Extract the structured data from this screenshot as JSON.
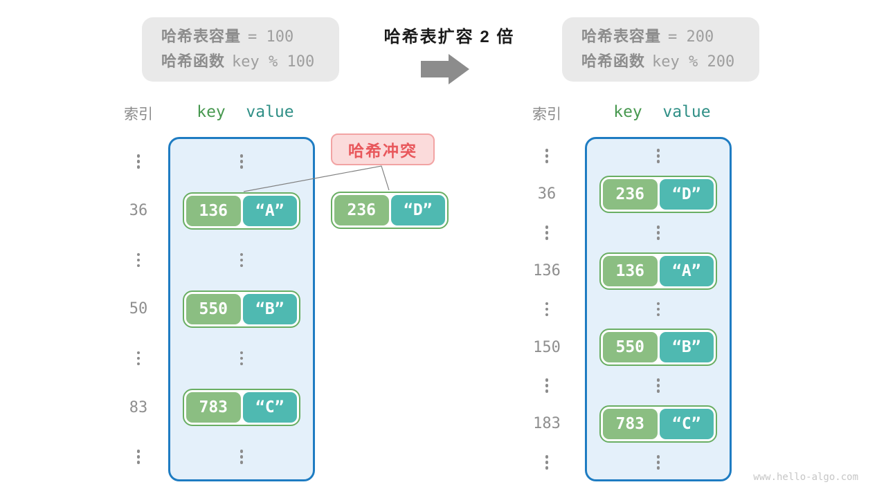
{
  "top": {
    "before": {
      "line1_label": "哈希表容量",
      "line1_value": "= 100",
      "line2_label": "哈希函数",
      "line2_value": "key % 100"
    },
    "caption": "哈希表扩容 2 倍",
    "arrow_icon": "arrow-right",
    "after": {
      "line1_label": "哈希表容量",
      "line1_value": "= 200",
      "line2_label": "哈希函数",
      "line2_value": "key % 200"
    }
  },
  "left_table": {
    "index_header": "索引",
    "key_header": "key",
    "value_header": "value",
    "rows": [
      {
        "type": "dots"
      },
      {
        "type": "pair",
        "index": "36",
        "key": "136",
        "value": "“A”"
      },
      {
        "type": "dots"
      },
      {
        "type": "pair",
        "index": "50",
        "key": "550",
        "value": "“B”"
      },
      {
        "type": "dots"
      },
      {
        "type": "pair",
        "index": "83",
        "key": "783",
        "value": "“C”"
      },
      {
        "type": "dots"
      }
    ]
  },
  "right_table": {
    "index_header": "索引",
    "key_header": "key",
    "value_header": "value",
    "rows": [
      {
        "type": "dots"
      },
      {
        "type": "pair",
        "index": "36",
        "key": "236",
        "value": "“D”"
      },
      {
        "type": "dots"
      },
      {
        "type": "pair",
        "index": "136",
        "key": "136",
        "value": "“A”"
      },
      {
        "type": "dots"
      },
      {
        "type": "pair",
        "index": "150",
        "key": "550",
        "value": "“B”"
      },
      {
        "type": "dots"
      },
      {
        "type": "pair",
        "index": "183",
        "key": "783",
        "value": "“C”"
      },
      {
        "type": "dots"
      }
    ]
  },
  "collision": {
    "label": "哈希冲突",
    "pair": {
      "key": "236",
      "value": "“D”"
    }
  },
  "watermark": "www.hello-algo.com",
  "colors": {
    "key_green": "#8BBE82",
    "value_teal": "#4FB9B1",
    "pair_border": "#69AE63",
    "container_border": "#1E7CC2",
    "container_fill": "#E4F0FA",
    "collision_text": "#E8575B",
    "collision_fill": "#FBDBDB",
    "collision_border": "#F2A3A3",
    "gray_box_fill": "#E9E9E9",
    "muted_text": "#8E8E8E",
    "arrow_gray": "#8C8C8C",
    "key_header_green": "#47984F",
    "value_header_teal": "#2F8F86",
    "connector_line": "#808080"
  }
}
